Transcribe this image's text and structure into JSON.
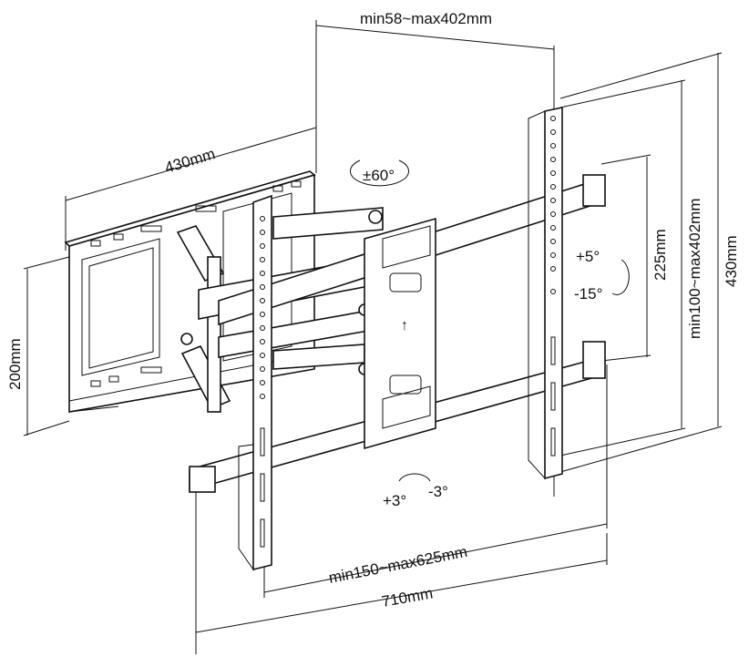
{
  "dimensions": {
    "top_width": "min58~max402mm",
    "wall_plate_width": "430mm",
    "wall_plate_height": "200mm",
    "rotation": "±60°",
    "tilt_up": "+5°",
    "tilt_down": "-15°",
    "arm_vertical": "225mm",
    "vesa_vertical": "min100~max402mm",
    "total_height": "430mm",
    "swivel_left": "+3°",
    "swivel_right": "-3°",
    "vesa_horizontal": "min150~max625mm",
    "total_width": "710mm"
  },
  "colors": {
    "line": "#111111",
    "background": "#ffffff"
  }
}
